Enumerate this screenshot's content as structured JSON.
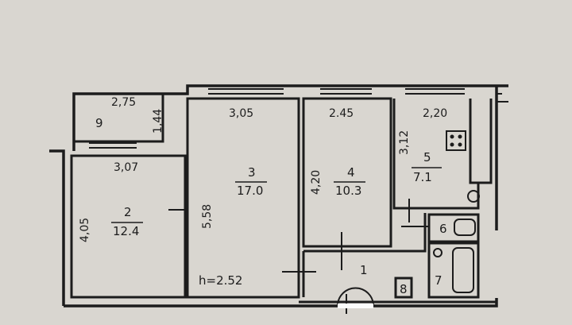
{
  "floor_plan": {
    "ceiling_height": "h=2.52",
    "rooms": [
      {
        "number": "9",
        "area": ""
      },
      {
        "number": "2",
        "area": "12.4"
      },
      {
        "number": "3",
        "area": "17.0"
      },
      {
        "number": "4",
        "area": "10.3"
      },
      {
        "number": "5",
        "area": "7.1"
      },
      {
        "number": "1",
        "area": ""
      },
      {
        "number": "6",
        "area": ""
      },
      {
        "number": "7",
        "area": ""
      },
      {
        "number": "8",
        "area": ""
      }
    ],
    "dimensions": {
      "balcony_width": "2,75",
      "balcony_depth": "1,44",
      "room2_width": "3,07",
      "room2_depth": "4,05",
      "room3_width": "3,05",
      "room3_depth": "5,58",
      "room4_width": "2.45",
      "room4_depth": "4,20",
      "room5_width": "2,20",
      "room5_depth": "3,12"
    },
    "colors": {
      "background": "#d9d6d0",
      "line": "#1c1c1c"
    },
    "icons": [
      "stove-icon",
      "toilet-icon",
      "bathtub-icon",
      "sink-icon",
      "door-icon"
    ]
  }
}
